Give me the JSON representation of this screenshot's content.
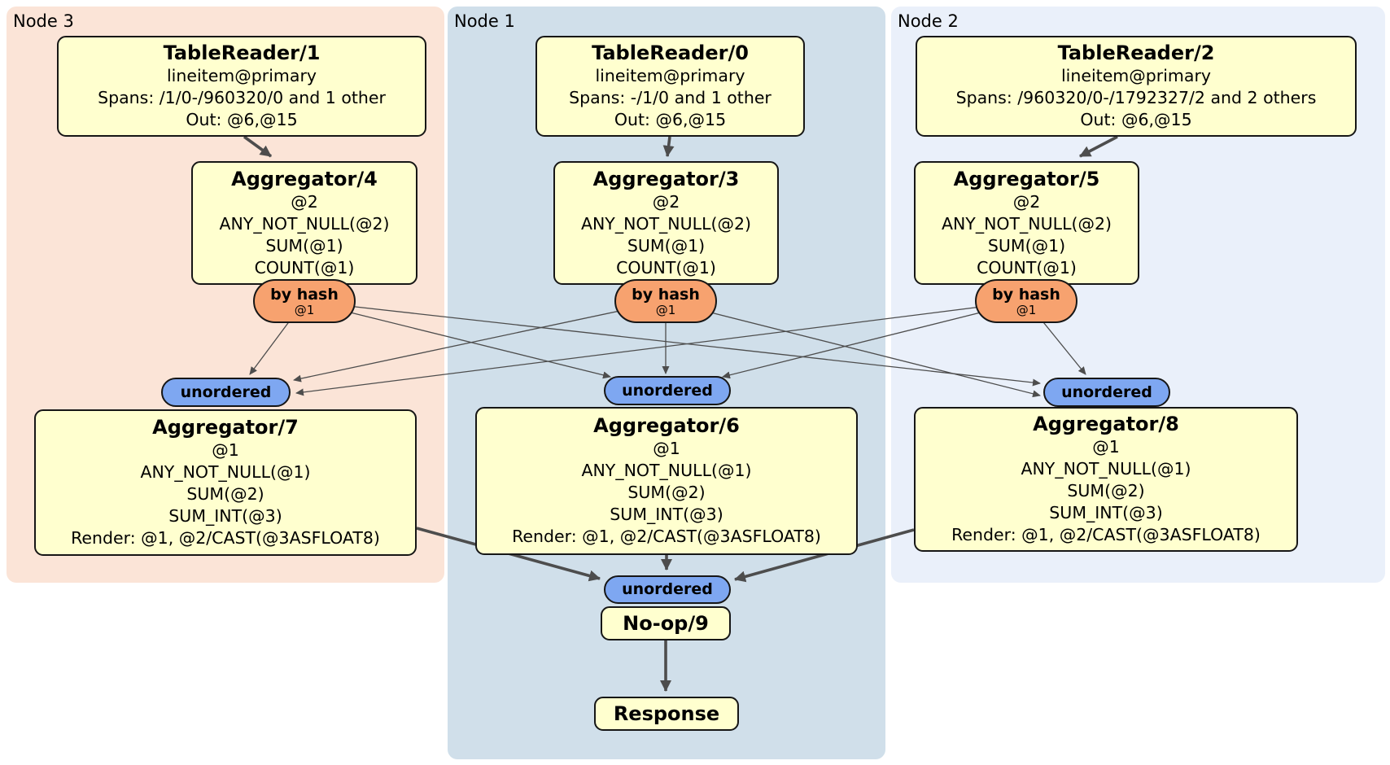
{
  "regions": [
    {
      "label": "Node 3"
    },
    {
      "label": "Node 1"
    },
    {
      "label": "Node 2"
    }
  ],
  "processors": {
    "tablereader1": {
      "title": "TableReader/1",
      "lines": [
        "lineitem@primary",
        "Spans: /1/0-/960320/0 and 1 other",
        "Out: @6,@15"
      ]
    },
    "tablereader0": {
      "title": "TableReader/0",
      "lines": [
        "lineitem@primary",
        "Spans: -/1/0 and 1 other",
        "Out: @6,@15"
      ]
    },
    "tablereader2": {
      "title": "TableReader/2",
      "lines": [
        "lineitem@primary",
        "Spans: /960320/0-/1792327/2 and 2 others",
        "Out: @6,@15"
      ]
    },
    "aggregator4": {
      "title": "Aggregator/4",
      "lines": [
        "@2",
        "ANY_NOT_NULL(@2)",
        "SUM(@1)",
        "COUNT(@1)"
      ]
    },
    "aggregator3": {
      "title": "Aggregator/3",
      "lines": [
        "@2",
        "ANY_NOT_NULL(@2)",
        "SUM(@1)",
        "COUNT(@1)"
      ]
    },
    "aggregator5": {
      "title": "Aggregator/5",
      "lines": [
        "@2",
        "ANY_NOT_NULL(@2)",
        "SUM(@1)",
        "COUNT(@1)"
      ]
    },
    "aggregator7": {
      "title": "Aggregator/7",
      "lines": [
        "@1",
        "ANY_NOT_NULL(@1)",
        "SUM(@2)",
        "SUM_INT(@3)",
        "Render: @1, @2/CAST(@3ASFLOAT8)"
      ]
    },
    "aggregator6": {
      "title": "Aggregator/6",
      "lines": [
        "@1",
        "ANY_NOT_NULL(@1)",
        "SUM(@2)",
        "SUM_INT(@3)",
        "Render: @1, @2/CAST(@3ASFLOAT8)"
      ]
    },
    "aggregator8": {
      "title": "Aggregator/8",
      "lines": [
        "@1",
        "ANY_NOT_NULL(@1)",
        "SUM(@2)",
        "SUM_INT(@3)",
        "Render: @1, @2/CAST(@3ASFLOAT8)"
      ]
    },
    "noop": {
      "title": "No-op/9"
    },
    "response": {
      "title": "Response"
    }
  },
  "routers": {
    "by_hash": {
      "label": "by hash",
      "detail": "@1"
    }
  },
  "synchronizers": {
    "unordered": {
      "label": "unordered"
    }
  },
  "colors": {
    "region_node3": "#FBE4D7",
    "region_node1": "#D0DFEA",
    "region_node2": "#EAF0FA",
    "processor_fill": "#FFFFCF",
    "hash_router_fill": "#F7A26F",
    "unordered_sync_fill": "#7EA7F1",
    "edge": "#4D4D4D"
  }
}
